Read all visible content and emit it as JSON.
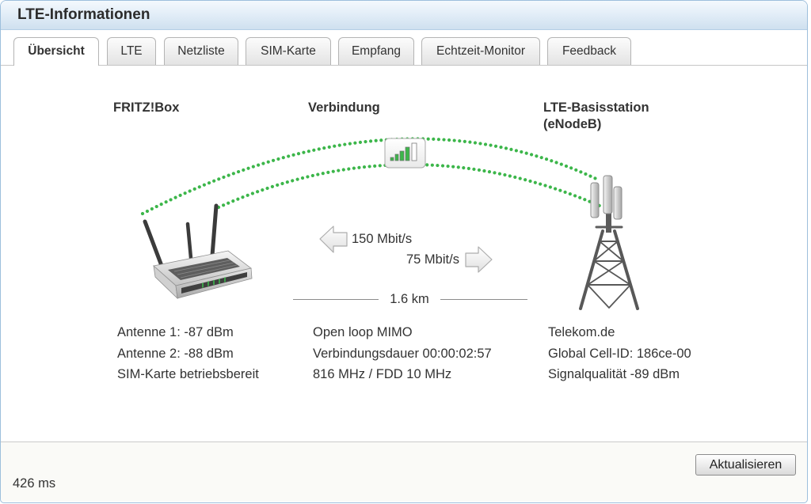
{
  "window": {
    "title": "LTE-Informationen"
  },
  "tabs": [
    {
      "label": "Übersicht",
      "active": true
    },
    {
      "label": "LTE",
      "active": false
    },
    {
      "label": "Netzliste",
      "active": false
    },
    {
      "label": "SIM-Karte",
      "active": false
    },
    {
      "label": "Empfang",
      "active": false
    },
    {
      "label": "Echtzeit-Monitor",
      "active": false
    },
    {
      "label": "Feedback",
      "active": false
    }
  ],
  "overview": {
    "fritzbox": {
      "heading": "FRITZ!Box",
      "icon": "router-icon",
      "details": [
        "Antenne 1: -87 dBm",
        "Antenne 2: -88 dBm",
        "SIM-Karte betriebsbereit"
      ]
    },
    "connection": {
      "heading": "Verbindung",
      "signal_icon": "signal-strength-icon",
      "signal_bars_filled": 4,
      "signal_bars_total": 5,
      "downstream": {
        "icon": "arrow-left-icon",
        "rate": "150 Mbit/s"
      },
      "upstream": {
        "icon": "arrow-right-icon",
        "rate": "75 Mbit/s"
      },
      "distance": "1.6 km",
      "details": [
        "Open loop MIMO",
        "Verbindungsdauer 00:00:02:57",
        "816 MHz / FDD 10 MHz"
      ]
    },
    "base_station": {
      "heading": "LTE-Basisstation",
      "subheading": "(eNodeB)",
      "icon": "cell-tower-icon",
      "details": [
        "Telekom.de",
        "Global Cell-ID: 186ce-00",
        "Signalqualität -89 dBm"
      ]
    }
  },
  "footer": {
    "refresh_button": "Aktualisieren",
    "load_time": "426 ms"
  },
  "colors": {
    "title_bar": "#cfe0ef",
    "frame_border": "#9dbfdc",
    "signal_green": "#3cb64a",
    "text": "#333333"
  }
}
